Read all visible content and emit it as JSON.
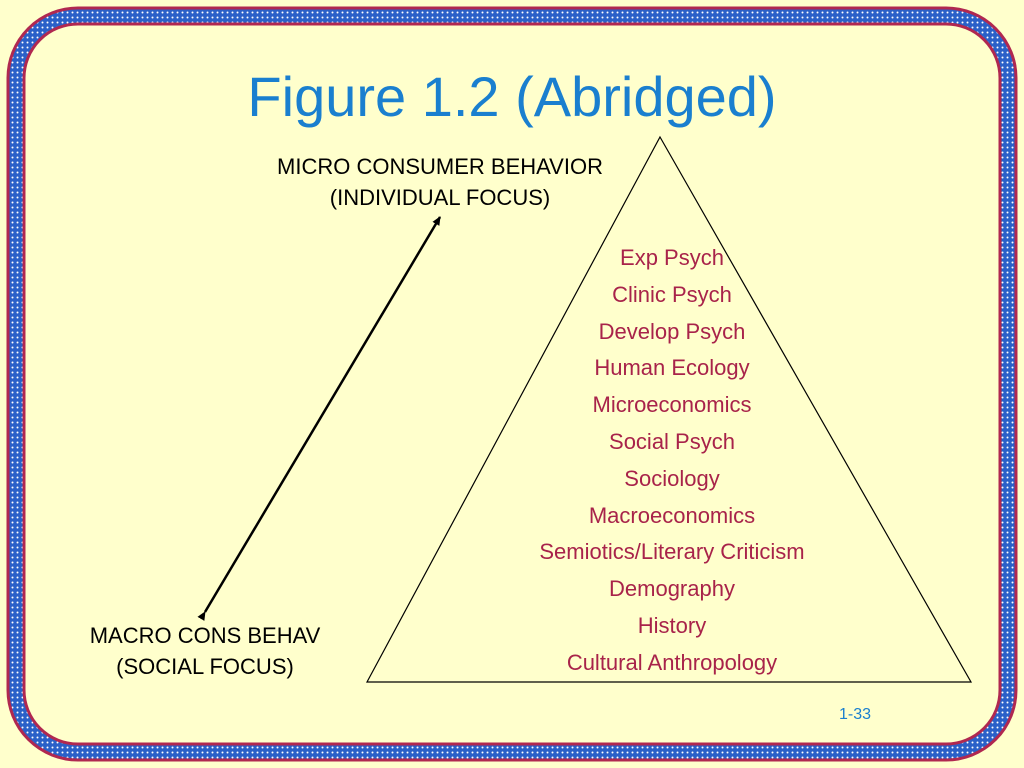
{
  "slide": {
    "title": "Figure 1.2 (Abridged)",
    "page_number": "1-33"
  },
  "diagram": {
    "micro_label": {
      "line1": "MICRO CONSUMER BEHAVIOR",
      "line2": "(INDIVIDUAL FOCUS)"
    },
    "macro_label": {
      "line1": "MACRO CONS BEHAV",
      "line2": "(SOCIAL FOCUS)"
    },
    "disciplines": [
      "Exp Psych",
      "Clinic Psych",
      "Develop Psych",
      "Human Ecology",
      "Microeconomics",
      "Social Psych",
      "Sociology",
      "Macroeconomics",
      "Semiotics/Literary Criticism",
      "Demography",
      "History",
      "Cultural Anthropology"
    ]
  },
  "colors": {
    "background": "#ffffcc",
    "title": "#1a7fcf",
    "discipline_text": "#a8234a",
    "label_text": "#000000",
    "border_red": "#b02850",
    "border_blue": "#2a60c8"
  }
}
